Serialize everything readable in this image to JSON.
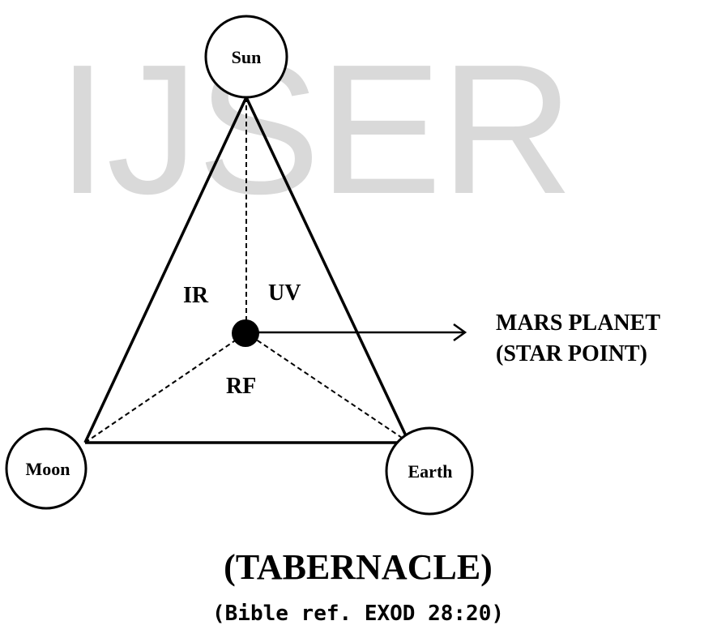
{
  "watermark": "IJSER",
  "nodes": {
    "sun": "Sun",
    "moon": "Moon",
    "earth": "Earth"
  },
  "regions": {
    "ir": "IR",
    "uv": "UV",
    "rf": "RF"
  },
  "pointer": {
    "line1": "MARS PLANET",
    "line2": "(STAR POINT)"
  },
  "caption": {
    "title": "(TABERNACLE)",
    "reference": "(Bible ref. EXOD 28:20)"
  },
  "colors": {
    "ink": "#000000",
    "watermark": "#d9d9d9"
  }
}
